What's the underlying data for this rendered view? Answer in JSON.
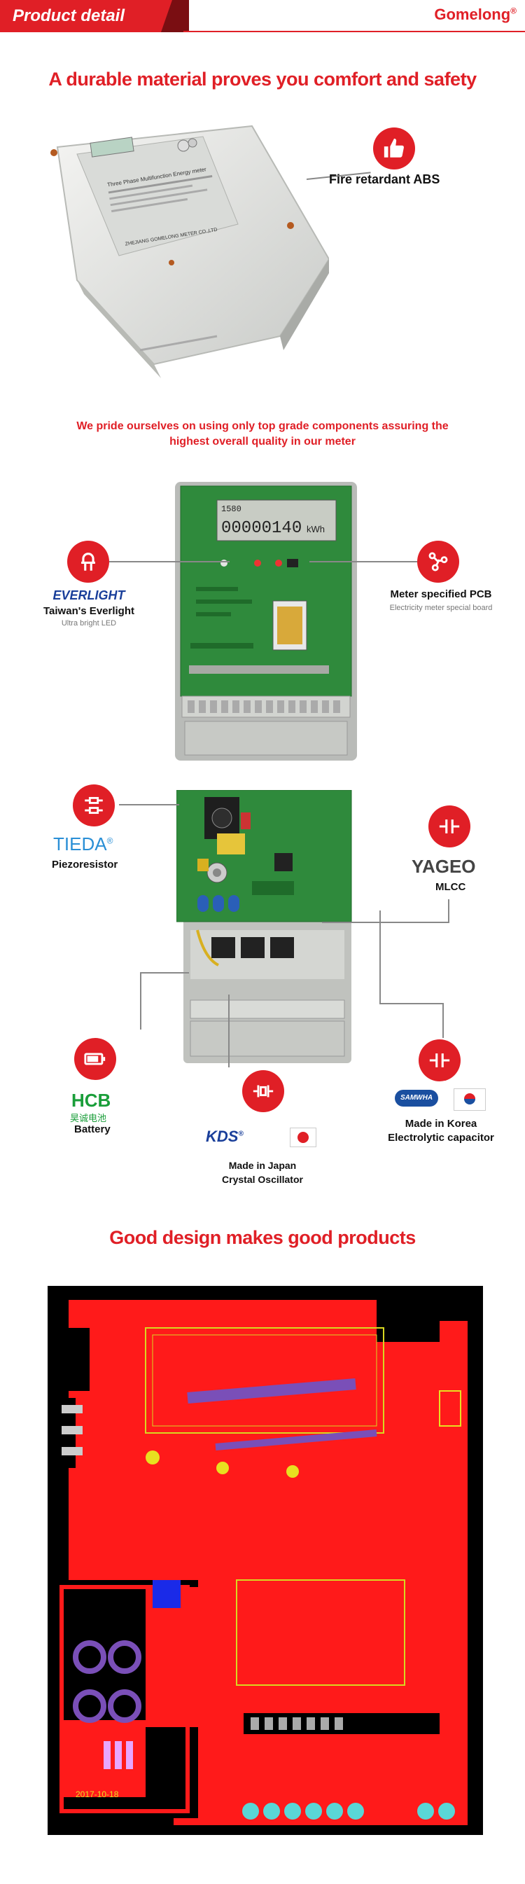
{
  "header": {
    "title": "Product detail",
    "brand": "Gomelong",
    "brand_mark": "®"
  },
  "section1": {
    "headline": "A durable material proves you comfort and safety",
    "meter": {
      "nameplate_line1": "Three Phase Multifunction Energy meter",
      "nameplate_line2": "ZHEJIANG GOMELONG METER CO.,LTD"
    },
    "feature": {
      "label": "Fire retardant ABS"
    }
  },
  "section2": {
    "headline_line1": "We pride ourselves on using only top grade components assuring the",
    "headline_line2": "highest overall quality in our meter",
    "lcd_top": "1580",
    "lcd_value": "00000140",
    "lcd_unit": "kWh",
    "left_feature": {
      "brand": "EVERLIGHT",
      "label": "Taiwan's Everlight",
      "sub": "Ultra bright LED"
    },
    "right_feature": {
      "label": "Meter specified PCB",
      "sub": "Electricity meter special board"
    }
  },
  "section3": {
    "tieda": {
      "brand": "TIEDA",
      "mark": "®",
      "label": "Piezoresistor"
    },
    "yageo": {
      "brand": "YAGEO",
      "label": "MLCC"
    },
    "battery": {
      "brand": "HCB",
      "brand_cn": "昊诚电池",
      "label": "Battery"
    },
    "kds": {
      "brand": "KDS",
      "mark": "®",
      "label_line1": "Made in Japan",
      "label_line2": "Crystal Oscillator"
    },
    "korea": {
      "brand": "SAMWHA",
      "label_line1": "Made in Korea",
      "label_line2": "Electrolytic capacitor"
    }
  },
  "section4": {
    "headline": "Good design makes good products",
    "pcb_date": "2017-10-18"
  },
  "colors": {
    "accent": "#e01f26",
    "pcb_green": "#2f8a3c",
    "pcb_layout_red": "#ff1a1a"
  }
}
